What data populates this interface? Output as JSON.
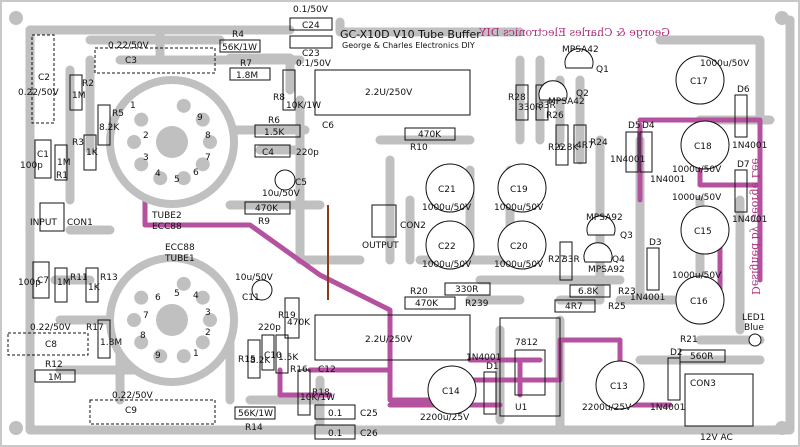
{
  "colors": {
    "board": "#ffffff",
    "trace": "#c0c0c0",
    "highlight_trace": "#b5529f",
    "silk": "#111111",
    "mirror_text": "#b0307c"
  },
  "header": {
    "title": "GC-X10D V10  Tube Buffer",
    "subtitle": "George & Charles Electronics DIY"
  },
  "mirrored_text": {
    "top": "George & Charles Electronics DIY",
    "side": "Designed by George Lee"
  },
  "tubes": {
    "tube2_label": "TUBE2",
    "tube2_model": "ECC88",
    "tube1_model": "ECC88",
    "tube1_label": "TUBE1",
    "pins": [
      "1",
      "2",
      "3",
      "4",
      "5",
      "6",
      "7",
      "8",
      "9"
    ]
  },
  "components": {
    "c24": "0.1/50V",
    "c24_name": "C24",
    "c23": "C23",
    "c23_val": "0.1/50V",
    "c3": "C3",
    "c3_val": "0.22/50V",
    "c2": "C2",
    "c2_val": "0.22/50V",
    "r4": "R4",
    "r4_val": "56K/1W",
    "r7": "R7",
    "r7_val": "1.8M",
    "r8": "R8",
    "r8_val": "10K/1W",
    "c6": "C6",
    "c6_val": "2.2U/250V",
    "r6": "R6",
    "r6_val": "1.5K",
    "c4": "C4",
    "c4_val": "220p",
    "c5": "C5",
    "c5_val": "10u/50V",
    "r9": "R9",
    "r9_val": "470K",
    "r10": "R10",
    "r10_val": "470K",
    "r1": "R1",
    "r1_val": "1M",
    "c1": "C1",
    "c1_val": "100p",
    "r2": "R2",
    "r2_val": "1M",
    "r3": "R3",
    "r3_val": "1K",
    "r5": "R5",
    "r5_val": "8.2K",
    "input": "INPUT",
    "con1": "CON1",
    "c7": "C7",
    "c7_val": "100p",
    "r11": "R11",
    "r11_val": "1M",
    "r13": "R13",
    "r13_val": "1K",
    "r17": "R17",
    "r17_val": "1.8M",
    "c8": "C8",
    "c8_val": "0.22/50V",
    "r12": "R12",
    "r12_val": "1M",
    "c9": "C9",
    "c9_val": "0.22/50V",
    "r14": "R14",
    "r14_val": "56K/1W",
    "c11": "C11",
    "c11_val": "10u/50V",
    "c10": "C10",
    "c10_val": "220p",
    "r15": "R15",
    "r15_val": "8.2K",
    "r16": "R16",
    "r16_val": "1.5K",
    "r19": "R19",
    "r19_val": "470K",
    "r18": "R18",
    "r18_val": "10K/1W",
    "c12": "C12",
    "c12_val": "2.2U/250V",
    "c25": "C25",
    "c25_val": "0.1",
    "c26": "C26",
    "c26_val": "0.1",
    "r28": "R28",
    "r28_val": "330R",
    "r26": "R26",
    "r26_val": "33R",
    "mpsa42a": "MPSA42",
    "q1": "Q1",
    "mpsa42b": "MPSA42",
    "q2": "Q2",
    "r22": "R22",
    "r22_val": "6.8K",
    "r24": "R24",
    "r24_val": "4R7",
    "c21": "C21",
    "c21_val": "1000u/50V",
    "c19": "C19",
    "c19_val": "1000u/50V",
    "c22": "C22",
    "c22_val": "1000u/50V",
    "c20": "C20",
    "c20_val": "1000u/50V",
    "output": "OUTPUT",
    "con2": "CON2",
    "mpsa92a": "MPSA92",
    "q3": "Q3",
    "mpsa92b": "MPSA92",
    "q4": "Q4",
    "r27": "R27",
    "r27_val": "33R",
    "r23": "R23",
    "r23_val": "6.8K",
    "r25": "R25",
    "r25_val": "4R7",
    "r20": "R20",
    "r20_val": "470K",
    "r239": "R239",
    "r239_val": "330R",
    "d5": "D5",
    "d5_val": "1N4001",
    "d4": "D4",
    "d4_val": "1N4001",
    "d6": "D6",
    "d6_val": "1N4001",
    "d7": "D7",
    "d7_val": "1N4001",
    "d3": "D3",
    "d3_val": "1N4001",
    "d1": "D1",
    "d1_val": "1N4001",
    "d2": "D2",
    "d2_val": "1N4001",
    "c17": "C17",
    "c17_val": "1000u/50V",
    "c18": "C18",
    "c18_val": "1000u/50V",
    "c15": "C15",
    "c15_val": "1000u/50V",
    "c16": "C16",
    "c16_val": "1000u/50V",
    "u1": "U1",
    "u1_val": "7812",
    "c14": "C14",
    "c14_val": "2200u/25V",
    "c13": "C13",
    "c13_val": "2200u/25V",
    "r21": "R21",
    "r21_val": "560R",
    "led1": "LED1",
    "led1_val": "Blue",
    "con3": "CON3",
    "con3_val": "12V AC"
  }
}
